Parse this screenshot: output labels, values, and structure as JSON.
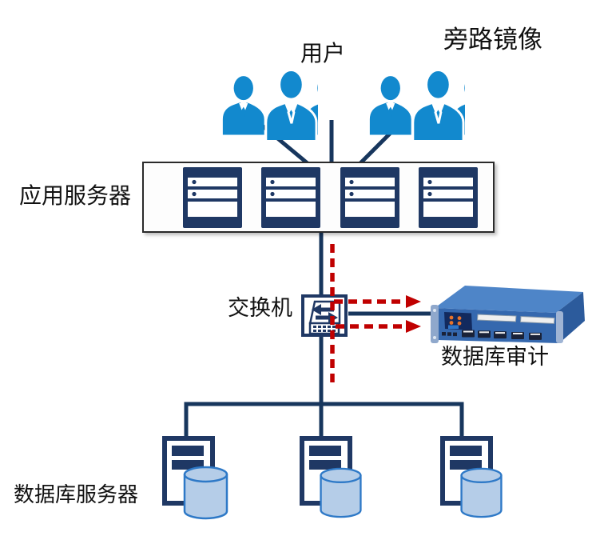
{
  "diagram": {
    "title": "旁路镜像",
    "labels": {
      "users": "用户",
      "app_server": "应用服务器",
      "switch": "交换机",
      "db_audit": "数据库审计",
      "db_server": "数据库服务器"
    },
    "nodes": {
      "user_groups": 2,
      "users_per_group": 3,
      "app_servers": 4,
      "db_servers": 3,
      "audit_appliances": 1,
      "switches": 1
    },
    "connections": {
      "solid_links": [
        "users -> app_server_rack",
        "app_server_rack -> switch",
        "switch -> db_audit",
        "switch -> db_servers"
      ],
      "mirror_links_dashed_red": [
        "app_server_traffic -> db_audit",
        "db_server_traffic -> db_audit"
      ]
    },
    "colors": {
      "user_blue": "#1289CE",
      "navy": "#1F3864",
      "line": "#17365D",
      "red": "#C00000",
      "cylinder_fill": "#B5CDE8",
      "cylinder_stroke": "#2E79C7",
      "appliance_front": "#3568AE",
      "appliance_top": "#4E85C8",
      "appliance_side": "#2C5B9C",
      "box_border": "#2B2B2B"
    }
  }
}
